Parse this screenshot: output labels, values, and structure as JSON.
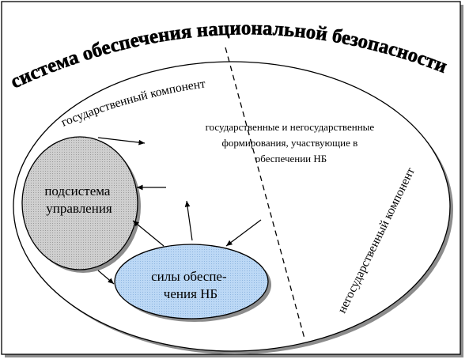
{
  "diagram": {
    "title": "система обеспечения национальной безопасности",
    "components": {
      "state": "государственный компонент",
      "non_state": "негосударственный компонент"
    },
    "formations_lines": [
      "государственные и негосударственные",
      "формирования, участвующие в",
      "обеспечении НБ"
    ],
    "subsystem_lines": [
      "подсистема",
      "управления"
    ],
    "forces_lines": [
      "силы обеспе-",
      "чения НБ"
    ]
  },
  "colors": {
    "subsystem_fill": "#c8c8c8",
    "forces_fill": "#b9d5f3",
    "stroke": "#000000",
    "shadow": "#8c8c8c"
  }
}
